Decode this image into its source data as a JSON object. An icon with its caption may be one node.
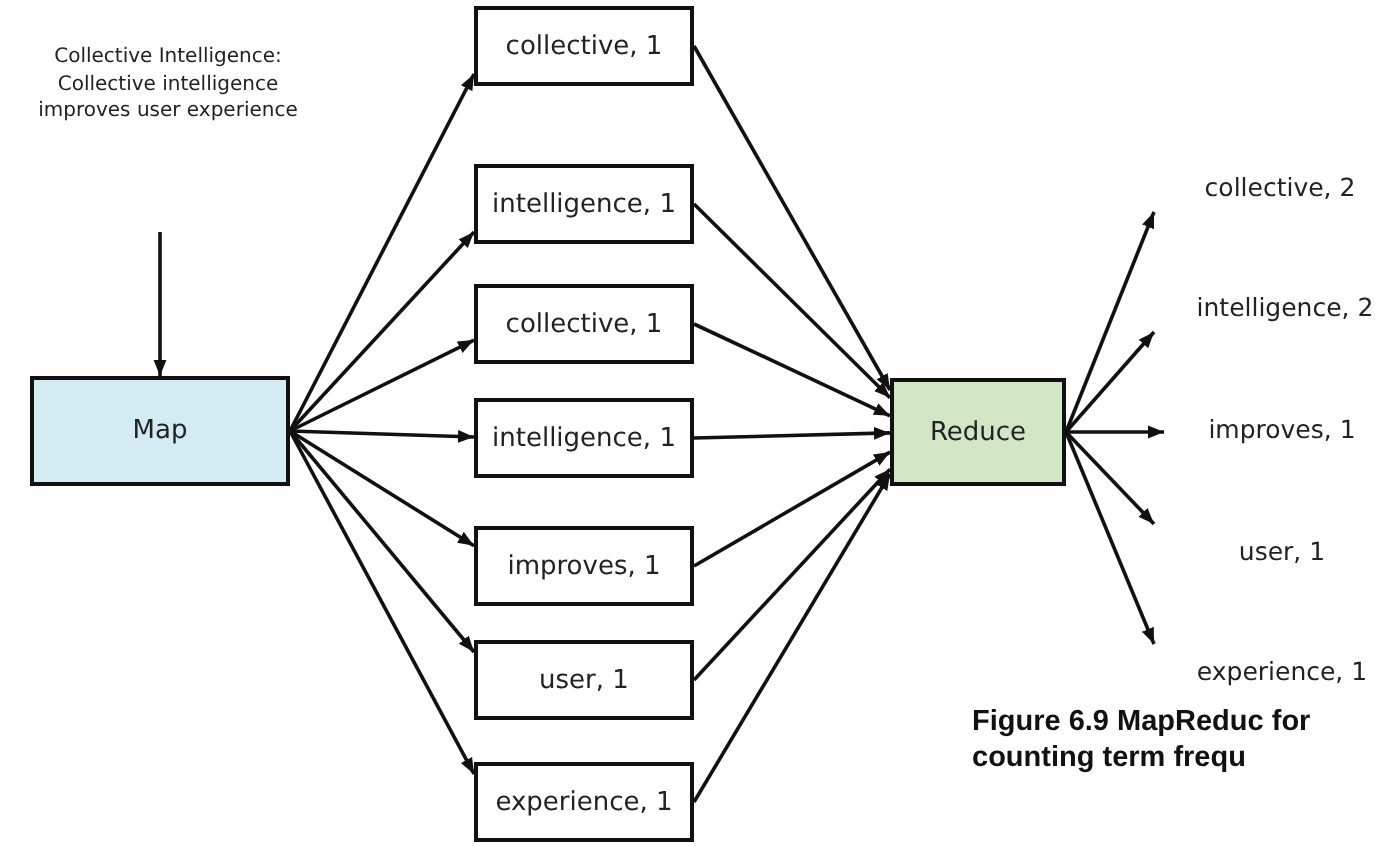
{
  "diagram": {
    "caption": "Figure 6.9 MapReduc for counting term frequ",
    "nodes": [
      {
        "text": [
          "Collective Intelligence: Collective intelligence improves user experience"
        ]
      },
      {
        "text": [
          "Map"
        ]
      },
      {
        "text": [
          "collective, 1"
        ]
      },
      {
        "text": [
          "intelligence, 1"
        ]
      },
      {
        "text": [
          "collective, 1"
        ]
      },
      {
        "text": [
          "intelligence, 1"
        ]
      },
      {
        "text": [
          "improves, 1"
        ]
      },
      {
        "text": [
          "user, 1"
        ]
      },
      {
        "text": [
          "experience, 1"
        ]
      },
      {
        "text": [
          "Reduce"
        ]
      },
      {
        "text": [
          "collective, 2"
        ]
      },
      {
        "text": [
          "intelligence, 2"
        ]
      },
      {
        "text": [
          "improves, 1"
        ]
      },
      {
        "text": [
          "user, 1"
        ]
      },
      {
        "text": [
          "experience, 1"
        ]
      }
    ],
    "edges": [
      {
        "from": 0,
        "to": 1,
        "arrow": "to"
      },
      {
        "from": 1,
        "to": 2,
        "arrow": "to"
      },
      {
        "from": 1,
        "to": 3,
        "arrow": "to"
      },
      {
        "from": 1,
        "to": 4,
        "arrow": "to"
      },
      {
        "from": 1,
        "to": 5,
        "arrow": "to"
      },
      {
        "from": 1,
        "to": 6,
        "arrow": "to"
      },
      {
        "from": 1,
        "to": 7,
        "arrow": "to"
      },
      {
        "from": 1,
        "to": 8,
        "arrow": "to"
      },
      {
        "from": 2,
        "to": 9,
        "arrow": "to"
      },
      {
        "from": 3,
        "to": 9,
        "arrow": "to"
      },
      {
        "from": 4,
        "to": 9,
        "arrow": "to"
      },
      {
        "from": 5,
        "to": 9,
        "arrow": "to"
      },
      {
        "from": 6,
        "to": 9,
        "arrow": "to"
      },
      {
        "from": 7,
        "to": 9,
        "arrow": "to"
      },
      {
        "from": 8,
        "to": 9,
        "arrow": "to"
      },
      {
        "from": 9,
        "to": 10,
        "arrow": "to"
      },
      {
        "from": 9,
        "to": 11,
        "arrow": "to"
      },
      {
        "from": 9,
        "to": 12,
        "arrow": "to"
      },
      {
        "from": 9,
        "to": 13,
        "arrow": "to"
      },
      {
        "from": 9,
        "to": 14,
        "arrow": "to"
      }
    ]
  }
}
